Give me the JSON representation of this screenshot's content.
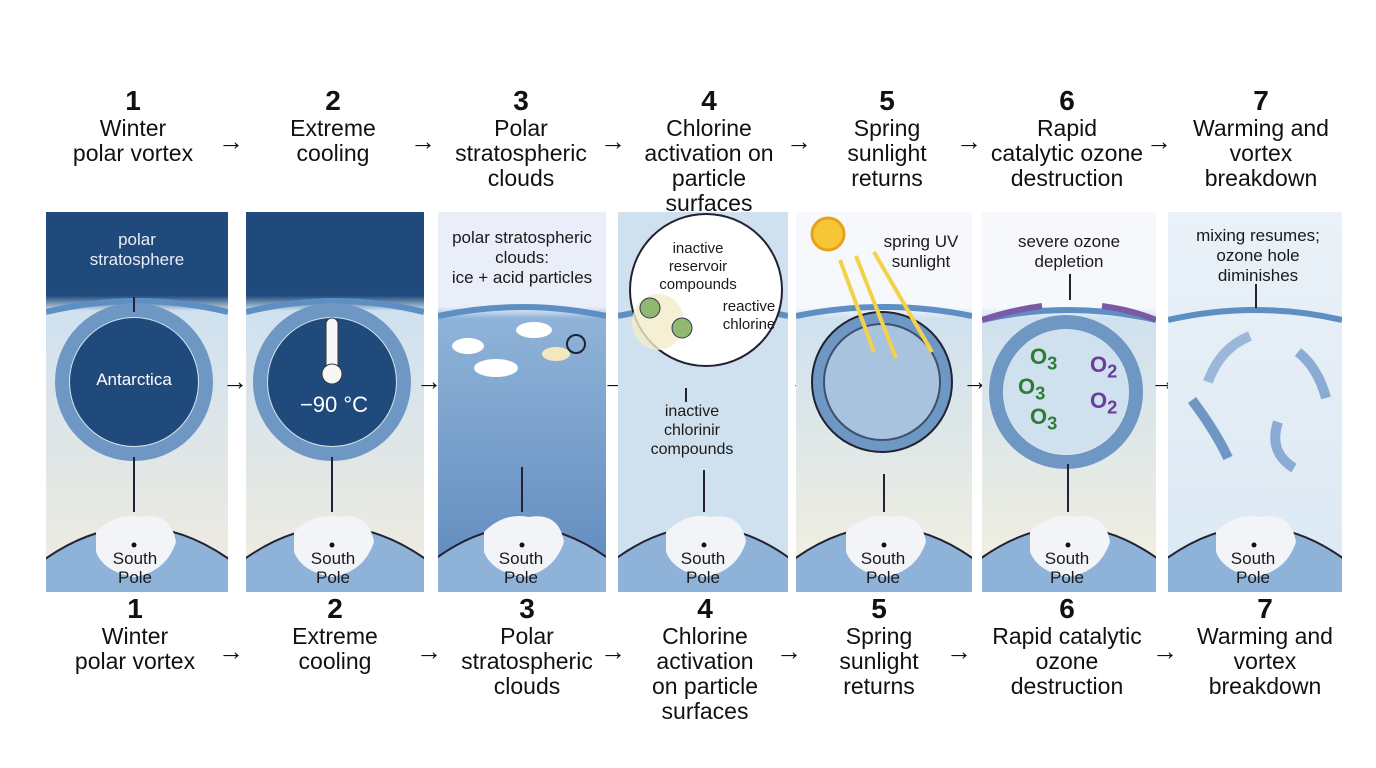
{
  "steps": [
    {
      "num": "1",
      "label": "Winter\npolar vortex",
      "label_bottom": "Winter\npolar vortex"
    },
    {
      "num": "2",
      "label": "Extreme\ncooling",
      "label_bottom": "Extreme\ncooling"
    },
    {
      "num": "3",
      "label": "Polar\nstratospheric\nclouds",
      "label_bottom": "Polar\nstratospheric\nclouds"
    },
    {
      "num": "4",
      "label": "Chlorine\nactivation on\nparticle\nsurfaces",
      "label_bottom": "Chlorine\nactivation\non particle\nsurfaces"
    },
    {
      "num": "5",
      "label": "Spring\nsunlight\nreturns",
      "label_bottom": "Spring\nsunlight\nreturns"
    },
    {
      "num": "6",
      "label": "Rapid\ncatalytic ozone\ndestruction",
      "label_bottom": "Rapid catalytic\nozone\ndestruction"
    },
    {
      "num": "7",
      "label": "Warming and\nvortex\nbreakdown",
      "label_bottom": "Warming and\nvortex\nbreakdown"
    }
  ],
  "arrow_glyph": "→",
  "panels": {
    "p1": {
      "note": "polar\nstratosphere",
      "center": "Antarctica"
    },
    "p2": {
      "temp": "−90 °C"
    },
    "p3": {
      "note": "polar stratospheric\nclouds:\nice + acid particles"
    },
    "p4": {
      "zoom_note": "inactive\nreservoir\ncompounds",
      "reactive": "reactive\nchlorine",
      "lower_note": "inactive\nchlorinir\ncompounds"
    },
    "p5": {
      "note": "spring UV\nsunlight"
    },
    "p6": {
      "note": "severe ozone\ndepletion",
      "o3": "O",
      "o3_sub": "3",
      "o2": "O",
      "o2_sub": "2"
    },
    "p7": {
      "note": "mixing resumes;\nozone hole\ndiminishes"
    }
  },
  "pole_label": "South\nPole",
  "colors": {
    "deep_blue": "#214a7c",
    "sky": "#cfe1ef",
    "vortex": "#6f97c4",
    "arrow_yellow": "#f2d24a",
    "ozone_green": "#2e7d32",
    "oxygen_purple": "#6a3d9a"
  }
}
